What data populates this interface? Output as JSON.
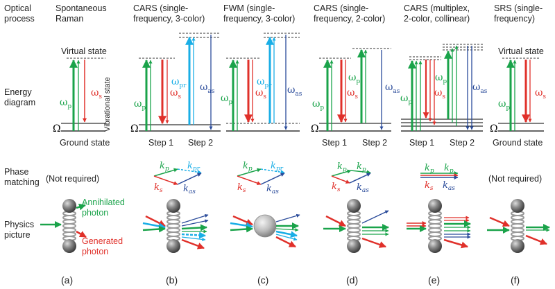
{
  "row_labels": {
    "optical_process": [
      "Optical",
      "process"
    ],
    "energy_diagram": [
      "Energy",
      "diagram"
    ],
    "phase_matching": [
      "Phase",
      "matching"
    ],
    "physics_picture": [
      "Physics",
      "picture"
    ]
  },
  "columns": [
    {
      "title": [
        "Spontaneous",
        "Raman"
      ],
      "panel": "(a)"
    },
    {
      "title": [
        "CARS (single-",
        "frequency, 3-color)"
      ],
      "panel": "(b)"
    },
    {
      "title": [
        "FWM (single-",
        "frequency, 3-color)"
      ],
      "panel": "(c)"
    },
    {
      "title": [
        "CARS (single-",
        "frequency, 2-color)"
      ],
      "panel": "(d)"
    },
    {
      "title": [
        "CARS (multiplex,",
        "2-color, collinear)"
      ],
      "panel": "(e)"
    },
    {
      "title": [
        "SRS (single-",
        "frequency)"
      ],
      "panel": "(f)"
    }
  ],
  "labels": {
    "virtual_state": "Virtual state",
    "ground_state": "Ground state",
    "vibrational_state": "Vibrational state",
    "omega_cap": "Ω",
    "omega": "ω",
    "p": "p",
    "s": "s",
    "pr": "pr",
    "as": "as",
    "k": "k",
    "step1": "Step 1",
    "step2": "Step 2",
    "not_required": "(Not required)",
    "annihilated": [
      "Annihilated",
      "photon"
    ],
    "generated": [
      "Generated",
      "photon"
    ]
  },
  "colors": {
    "pump": "#1aa34a",
    "stokes": "#e0302a",
    "probe": "#19aee6",
    "anti_stokes": "#2a4b9a",
    "level": "#333333"
  }
}
